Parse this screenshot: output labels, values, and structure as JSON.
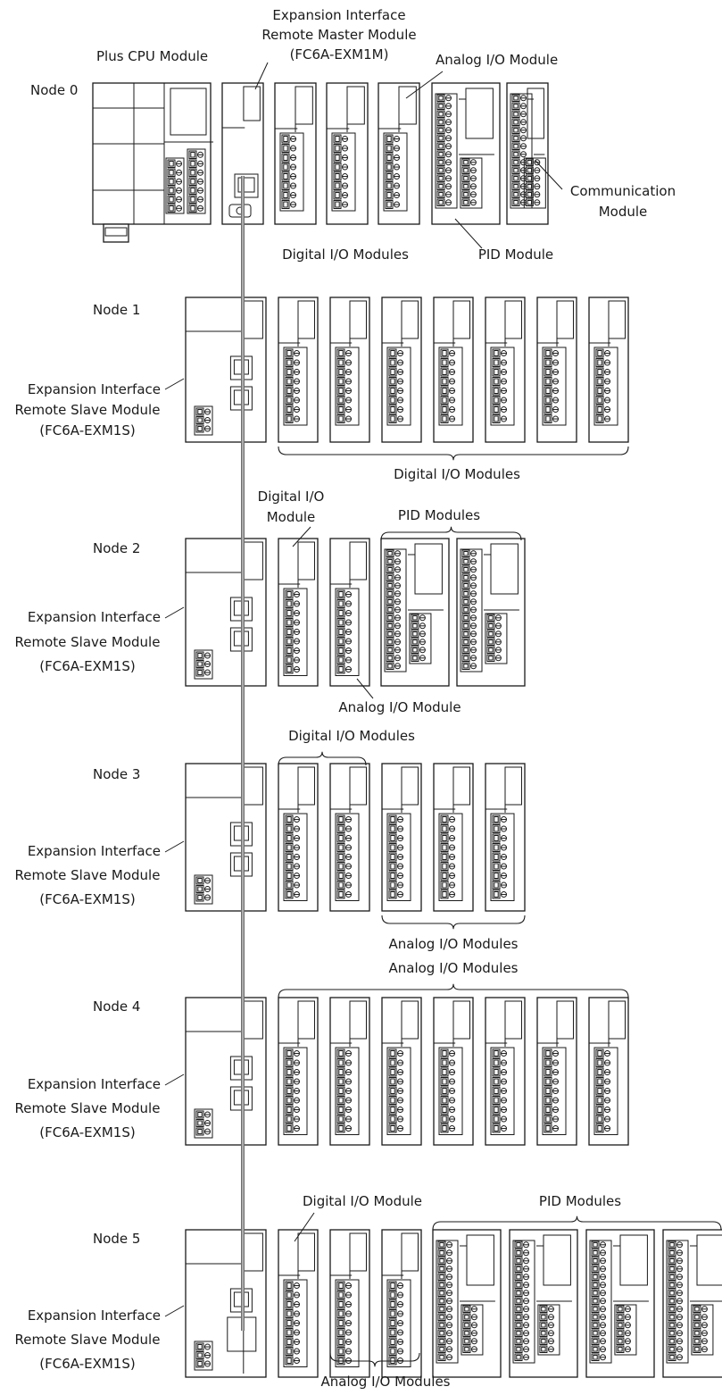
{
  "nodes": [
    {
      "label": "Node 0"
    },
    {
      "label": "Node 1"
    },
    {
      "label": "Node 2"
    },
    {
      "label": "Node 3"
    },
    {
      "label": "Node 4"
    },
    {
      "label": "Node 5"
    }
  ],
  "labels": {
    "plus_cpu": "Plus CPU Module",
    "master_line1": "Expansion Interface",
    "master_line2": "Remote Master Module",
    "master_line3": "(FC6A-EXM1M)",
    "analog_io_module": "Analog I/O Module",
    "analog_io_modules": "Analog I/O Modules",
    "digital_io_module": "Digital I/O Module",
    "digital_io_modules": "Digital I/O Modules",
    "digital_io_line1": "Digital I/O",
    "digital_io_line2": "Module",
    "pid_module": "PID Module",
    "pid_modules": "PID Modules",
    "comm_line1": "Communication",
    "comm_line2": "Module",
    "slave_line1": "Expansion Interface",
    "slave_line2": "Remote Slave Module",
    "slave_line3": "(FC6A-EXM1S)"
  },
  "colors": {
    "line": "#1a1a1a",
    "cable": "#6d6d6d",
    "cable_highlight": "#bdbdbd",
    "background": "#ffffff"
  }
}
